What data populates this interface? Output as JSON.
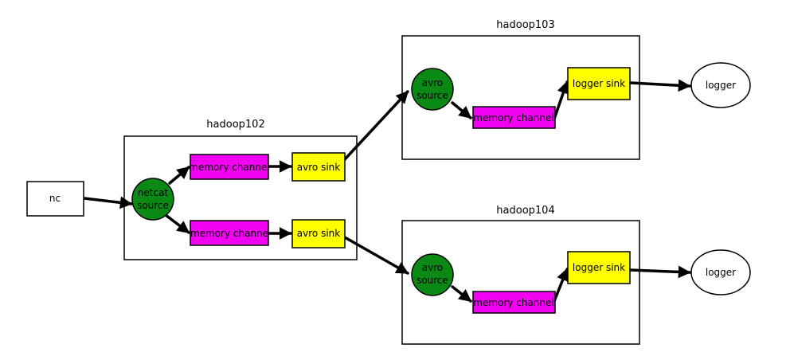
{
  "nodes": {
    "nc": "nc",
    "netcat_source": [
      "netcat",
      "source"
    ],
    "h102_channel_1": "memory channel",
    "h102_channel_2": "memory channe",
    "h102_sink_1": "avro sink",
    "h102_sink_2": "avro sink",
    "h103_source": [
      "avro",
      "source"
    ],
    "h103_channel": "memory channel",
    "h103_sink": "logger sink",
    "h103_logger": "logger",
    "h104_source": [
      "avro",
      "source"
    ],
    "h104_channel": "memory channel",
    "h104_sink": "logger sink",
    "h104_logger": "logger"
  },
  "hosts": {
    "h102": "hadoop102",
    "h103": "hadoop103",
    "h104": "hadoop104"
  },
  "colors": {
    "source": "#0a8a14",
    "channel": "#f200f2",
    "sink": "#ffff00",
    "stroke": "#000000",
    "box": "#ffffff"
  }
}
